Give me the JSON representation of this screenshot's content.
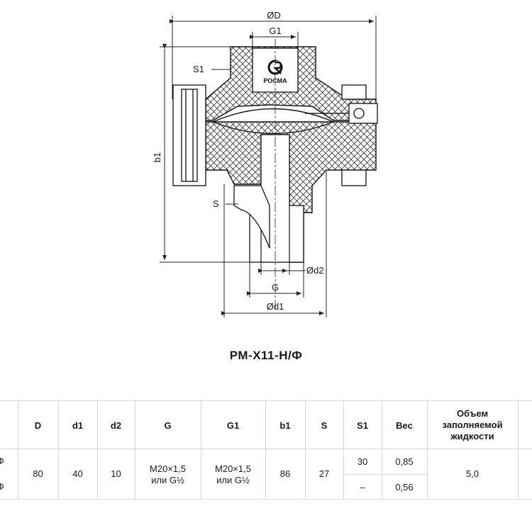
{
  "drawing": {
    "labels": {
      "od": "ØD",
      "g1": "G1",
      "s1": "S1",
      "b1": "b1",
      "s": "S",
      "od2": "Ød2",
      "g": "G",
      "od1": "Ød1"
    },
    "logo_text": "РОСМА"
  },
  "title": "РМ-Х11-Н/Ф",
  "table": {
    "headers": {
      "d": "D",
      "d1": "d1",
      "d2": "d2",
      "g": "G",
      "g1": "G1",
      "b1": "b1",
      "s": "S",
      "s1": "S1",
      "weight": "Вес",
      "volume": "Объем заполняемой жидкости"
    },
    "row_prefixes": [
      "Ф",
      "Ф"
    ],
    "values": {
      "d": "80",
      "d1": "40",
      "d2": "10",
      "g_line1": "М20×1,5",
      "g_line2": "или G½",
      "g1_line1": "М20×1,5",
      "g1_line2": "или G½",
      "b1": "86",
      "s": "27",
      "s1_row1": "30",
      "s1_row2": "–",
      "weight_row1": "0,85",
      "weight_row2": "0,56",
      "volume": "5,0"
    }
  }
}
